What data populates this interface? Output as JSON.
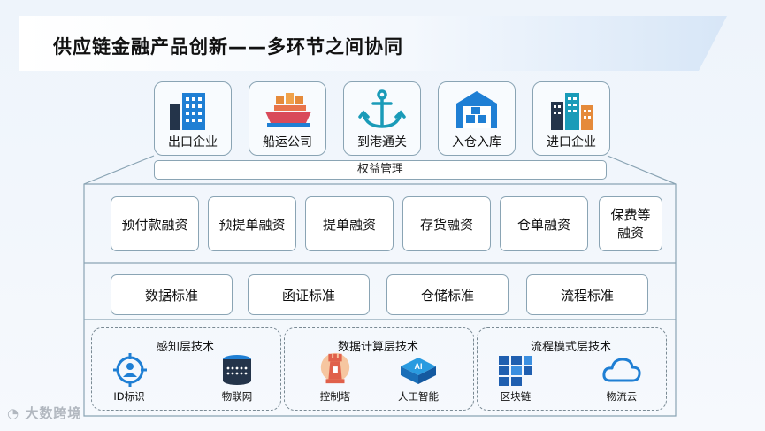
{
  "title": "供应链金融产品创新——多环节之间协同",
  "entities": [
    {
      "label": "出口企业",
      "icon": "office-building-icon"
    },
    {
      "label": "船运公司",
      "icon": "cargo-ship-icon"
    },
    {
      "label": "到港通关",
      "icon": "anchor-icon"
    },
    {
      "label": "入仓入库",
      "icon": "warehouse-icon"
    },
    {
      "label": "进口企业",
      "icon": "city-buildings-icon"
    }
  ],
  "rights_management": "权益管理",
  "financing_products": [
    "预付款融资",
    "预提单融资",
    "提单融资",
    "存货融资",
    "仓单融资",
    "保费等\n融资"
  ],
  "standards": [
    "数据标准",
    "函证标准",
    "仓储标准",
    "流程标准"
  ],
  "tech_layers": [
    {
      "title": "感知层技术",
      "items": [
        {
          "label": "ID标识",
          "icon": "id-target-icon"
        },
        {
          "label": "物联网",
          "icon": "iot-device-icon"
        }
      ]
    },
    {
      "title": "数据计算层技术",
      "items": [
        {
          "label": "控制塔",
          "icon": "control-tower-icon"
        },
        {
          "label": "人工智能",
          "icon": "ai-chip-icon"
        }
      ]
    },
    {
      "title": "流程模式层技术",
      "items": [
        {
          "label": "区块链",
          "icon": "blockchain-cubes-icon"
        },
        {
          "label": "物流云",
          "icon": "cloud-icon"
        }
      ]
    }
  ],
  "watermark": "大数跨境",
  "colors": {
    "accent_blue": "#1f7fd4",
    "border": "#8aa4b4",
    "dark_navy": "#24344a"
  }
}
